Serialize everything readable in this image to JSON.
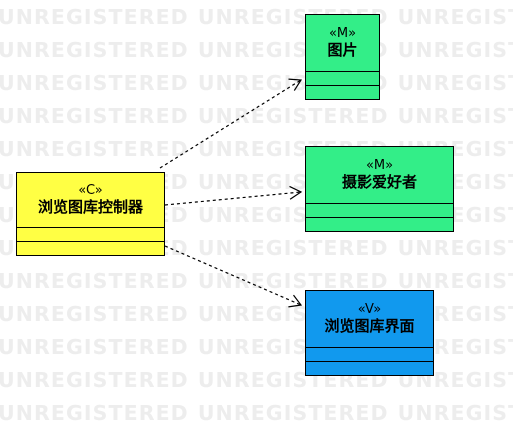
{
  "watermark": {
    "text": "UNREGISTERED"
  },
  "classes": {
    "controller": {
      "stereotype": "«C»",
      "name": "浏览图库控制器",
      "fill": "#ffff44"
    },
    "picture": {
      "stereotype": "«M»",
      "name": "图片",
      "fill": "#33ee88"
    },
    "photographer": {
      "stereotype": "«M»",
      "name": "摄影爱好者",
      "fill": "#33ee88"
    },
    "browse_ui": {
      "stereotype": "«V»",
      "name": "浏览图库界面",
      "fill": "#1199ee"
    }
  },
  "dependencies": [
    {
      "from": "controller",
      "to": "picture",
      "style": "dashed-open-arrow"
    },
    {
      "from": "controller",
      "to": "photographer",
      "style": "dashed-open-arrow"
    },
    {
      "from": "controller",
      "to": "browse_ui",
      "style": "dashed-open-arrow"
    }
  ]
}
